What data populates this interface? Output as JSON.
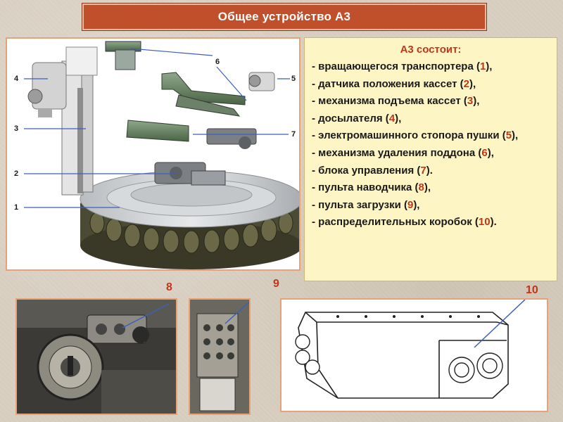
{
  "title": "Общее устройство А3",
  "info": {
    "heading": "А3 состоит:",
    "items": [
      {
        "pre": "- вращающегося транспортера (",
        "num": "1",
        "post": "),"
      },
      {
        "pre": "- датчика положения кассет (",
        "num": "2",
        "post": "),"
      },
      {
        "pre": "- механизма подъема кассет (",
        "num": "3",
        "post": "),"
      },
      {
        "pre": "- досылателя (",
        "num": "4",
        "post": "),"
      },
      {
        "pre": "- электромашинного стопора пушки (",
        "num": "5",
        "post": "),"
      },
      {
        "pre": "- механизма удаления поддона (",
        "num": "6",
        "post": "),"
      },
      {
        "pre": "- блока управления (",
        "num": "7",
        "post": ")."
      },
      {
        "pre": "- пульта наводчика (",
        "num": "8",
        "post": "),"
      },
      {
        "pre": "- пульта загрузки (",
        "num": "9",
        "post": "),"
      },
      {
        "pre": "- распределительных коробок (",
        "num": "10",
        "post": ")."
      }
    ]
  },
  "figure_callouts": {
    "c1": "1",
    "c2": "2",
    "c3": "3",
    "c4": "4",
    "c5": "5",
    "c6": "6",
    "c7": "7"
  },
  "photo_labels": {
    "p8": "8",
    "p9": "9",
    "p10": "10"
  },
  "colors": {
    "title_bg": "#c0502b",
    "accent_red": "#c0361a",
    "info_bg": "#fdf5c3",
    "frame": "#e8a27a"
  }
}
